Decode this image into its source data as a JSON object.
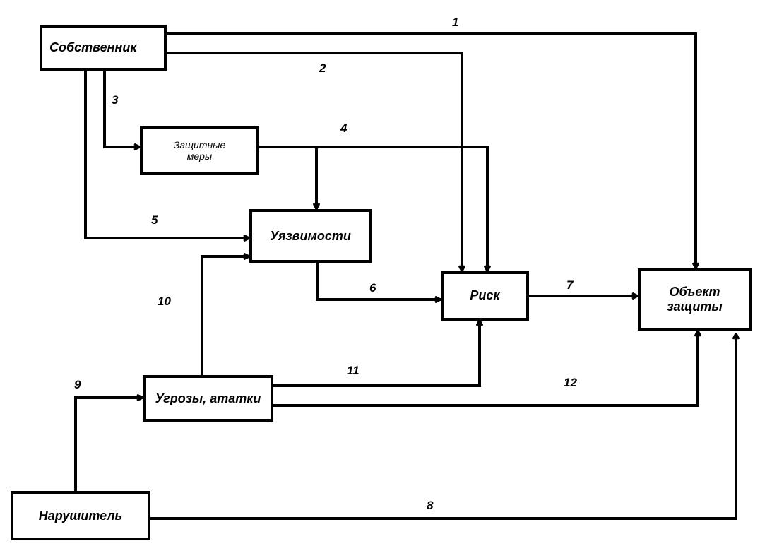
{
  "nodes": {
    "owner": "Собственник",
    "measures": "Защитные меры",
    "vulnerabilities": "Уязвимости",
    "risk": "Риск",
    "object": "Объект защиты",
    "threats": "Угрозы, ататки",
    "intruder": "Нарушитель"
  },
  "edges": {
    "e1": "1",
    "e2": "2",
    "e3": "3",
    "e4": "4",
    "e5": "5",
    "e6": "6",
    "e7": "7",
    "e8": "8",
    "e9": "9",
    "e10": "10",
    "e11": "11",
    "e12": "12"
  },
  "colors": {
    "stroke": "#000000",
    "background": "#ffffff"
  }
}
